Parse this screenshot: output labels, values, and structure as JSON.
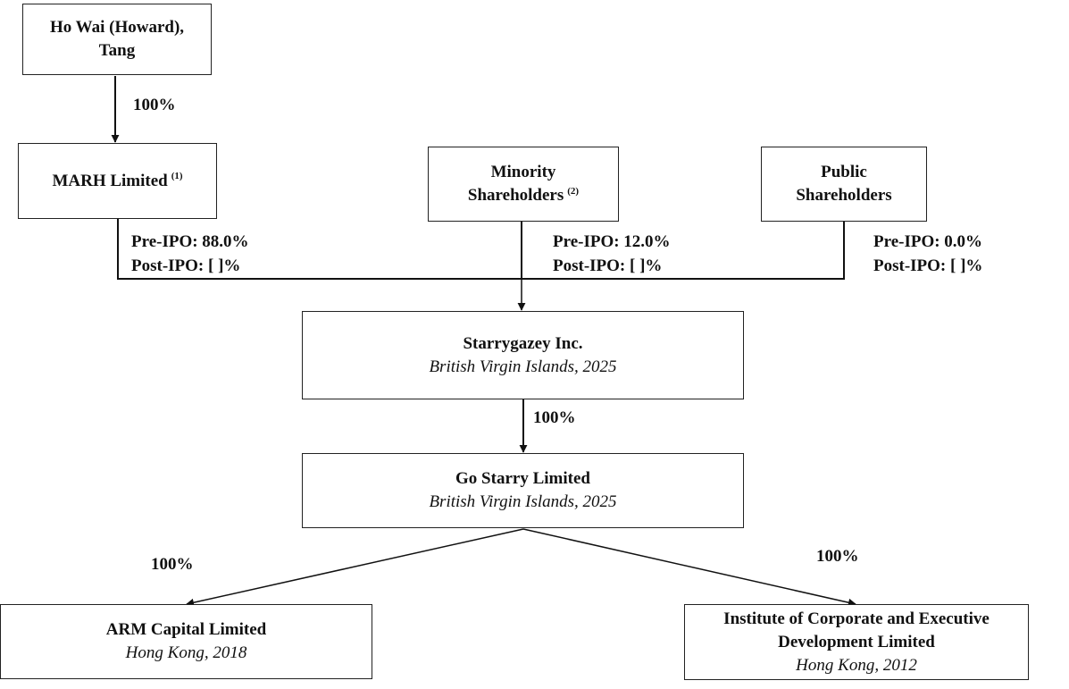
{
  "nodes": {
    "howard": {
      "name": "Ho Wai (Howard),",
      "name2": "Tang"
    },
    "marh": {
      "name": "MARH Limited",
      "note": "(1)"
    },
    "minority": {
      "name": "Minority",
      "name2": "Shareholders",
      "note": "(2)"
    },
    "public": {
      "name": "Public",
      "name2": "Shareholders"
    },
    "starrygazey": {
      "name": "Starrygazey Inc.",
      "place": "British Virgin Islands, 2025"
    },
    "gostarry": {
      "name": "Go Starry Limited",
      "place": "British Virgin Islands, 2025"
    },
    "arm": {
      "name": "ARM Capital Limited",
      "place": "Hong Kong, 2018"
    },
    "institute": {
      "name": "Institute of Corporate and Executive",
      "name2": "Development Limited",
      "place": "Hong Kong, 2012"
    }
  },
  "edges": {
    "howard_marh": "100%",
    "marh_pre": "Pre-IPO: 88.0%",
    "marh_post": "Post-IPO: [ ]%",
    "minority_pre": "Pre-IPO: 12.0%",
    "minority_post": "Post-IPO: [ ]%",
    "public_pre": "Pre-IPO: 0.0%",
    "public_post": "Post-IPO: [ ]%",
    "starrygazey_gostarry": "100%",
    "gostarry_arm": "100%",
    "gostarry_institute": "100%"
  }
}
